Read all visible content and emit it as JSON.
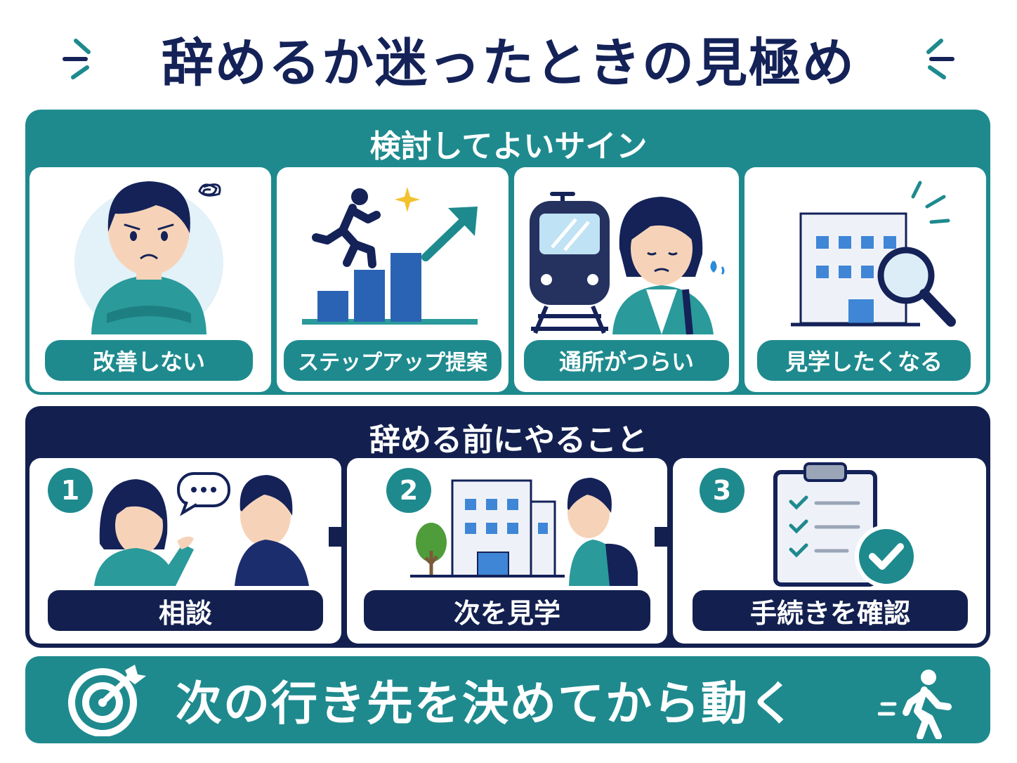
{
  "title": "辞めるか迷ったときの見極め",
  "signs": {
    "heading": "検討してよいサイン",
    "items": [
      {
        "label": "改善しない"
      },
      {
        "label": "ステップアップ提案"
      },
      {
        "label": "通所がつらい"
      },
      {
        "label": "見学したくなる"
      }
    ]
  },
  "todo": {
    "heading": "辞める前にやること",
    "steps": [
      {
        "number": "1",
        "label": "相談"
      },
      {
        "number": "2",
        "label": "次を見学"
      },
      {
        "number": "3",
        "label": "手続きを確認"
      }
    ]
  },
  "banner": {
    "text": "次の行き先を決めてから動く"
  },
  "colors": {
    "navy": "#13204f",
    "teal": "#1e8a8e",
    "blue": "#2b63b4",
    "light_blue": "#e3f1f8"
  },
  "icons": [
    "worried-person-icon",
    "running-stairs-icon",
    "train-icon",
    "tired-person-icon",
    "building-magnifier-icon",
    "conversation-icon",
    "building-student-icon",
    "checklist-icon",
    "target-icon",
    "walking-person-icon"
  ]
}
